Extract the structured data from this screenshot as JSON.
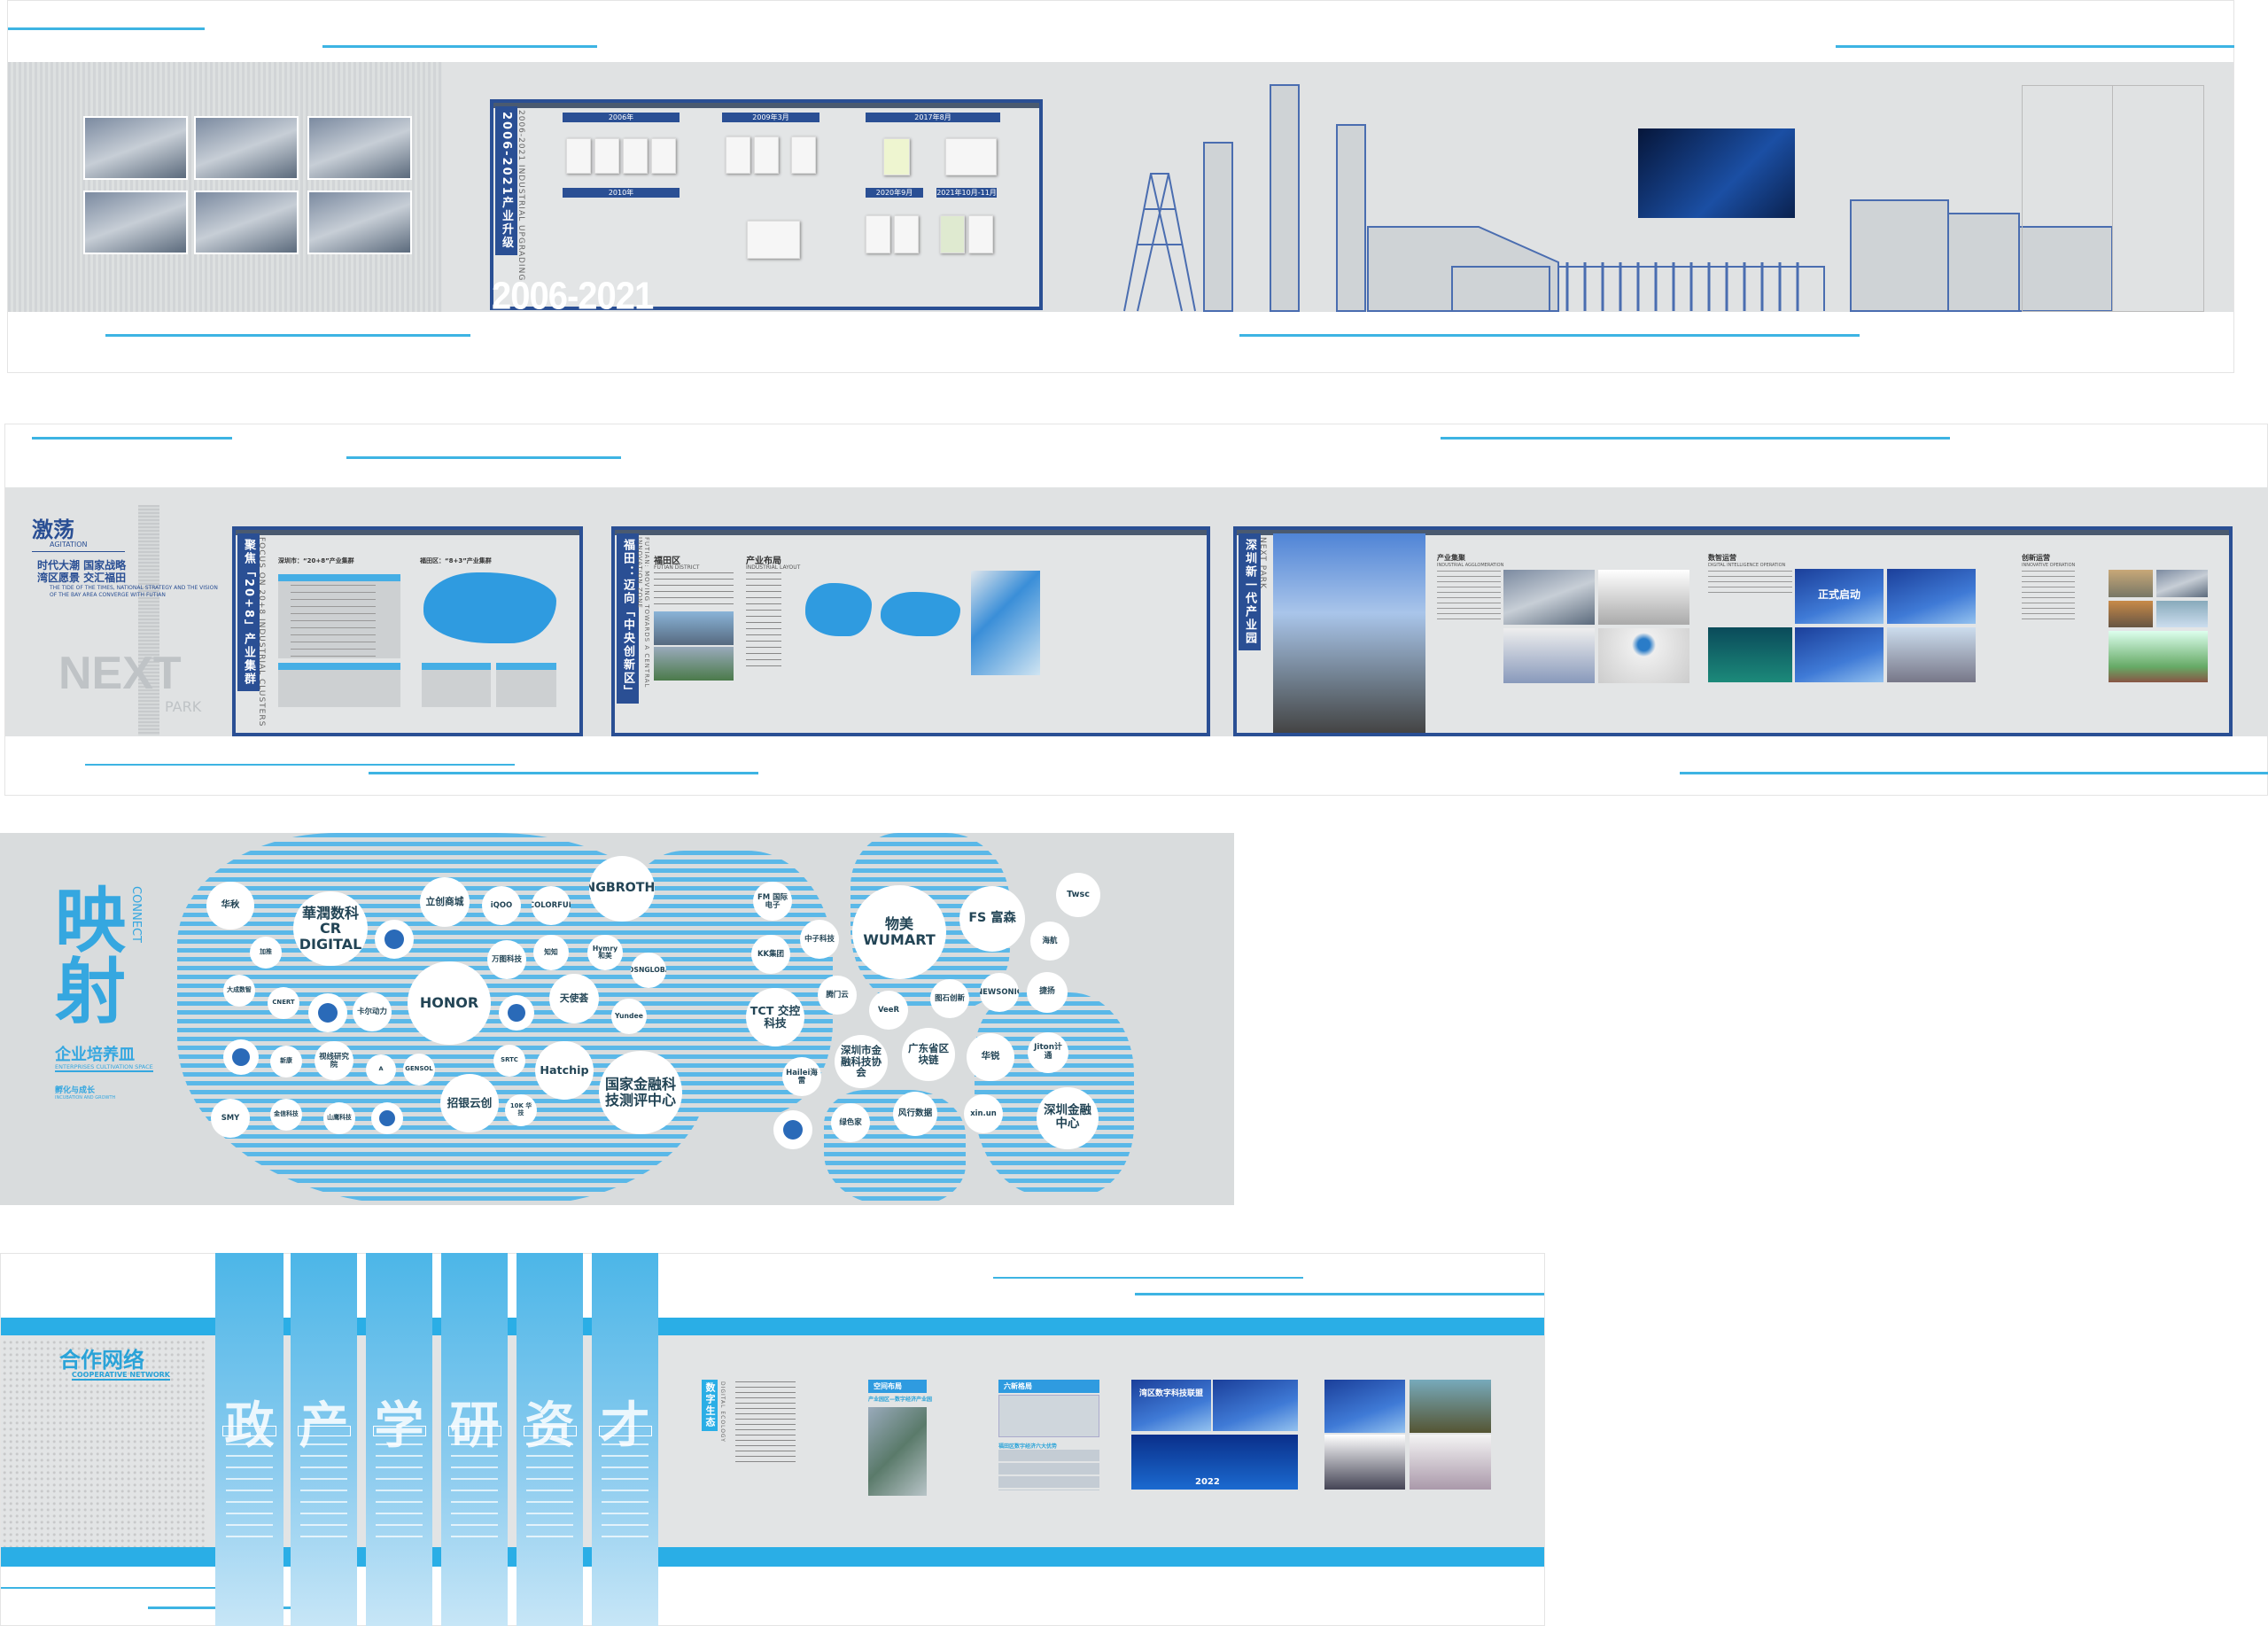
{
  "wall1": {
    "timeline_title": "2006-2021产业升级",
    "timeline_en": "2006-2021 INDUSTRIAL UPGRADING",
    "big_years": "2006-2021",
    "milestones": [
      "2006年",
      "2009年3月",
      "2017年8月",
      "2010年",
      "2020年9月",
      "2021年10月-11月"
    ]
  },
  "wall2": {
    "intro": {
      "title": "激荡",
      "title_en": "AGITATION",
      "line1": "时代大潮  国家战略",
      "line2": "湾区愿景  交汇福田",
      "desc_en": "THE TIDE OF THE TIMES, NATIONAL STRATEGY AND THE VISION OF THE BAY AREA CONVERGE WITH FUTIAN",
      "logo_main": "NEXT",
      "logo_sub": "PARK"
    },
    "panel_clusters": {
      "title": "聚焦「20+8」产业集群",
      "title_en": "FOCUS ON 20+8 INDUSTRIAL CLUSTERS",
      "shenzhen_label": "深圳市：“20+8”产业集群",
      "futian_label": "福田区：“8+3”产业集群"
    },
    "panel_futian": {
      "title": "福田：迈向「中央创新区」",
      "title_en": "FUTIAN: MOVING TOWARDS A CENTRAL INNOVATION ZONE",
      "district": "福田区",
      "district_en": "FUTIAN DISTRICT",
      "layout": "产业布局",
      "layout_en": "INDUSTRIAL LAYOUT"
    },
    "panel_park": {
      "title": "深圳新一代产业园",
      "title_en": "NEXT PARK",
      "sections": [
        {
          "title": "产业集聚",
          "en": "INDUSTRIAL AGGLOMERATION"
        },
        {
          "title": "数智运营",
          "en": "DIGITAL INTELLIGENCE OPERATION"
        },
        {
          "title": "创新运营",
          "en": "INNOVATIVE OPERATION"
        }
      ],
      "event_banner": "正式启动"
    }
  },
  "wall3": {
    "title": "映射",
    "title_en": "CONNECT",
    "subtitle": "企业培养皿",
    "subtitle_en": "ENTERPRISES CULTIVATION SPACE",
    "tagline": "孵化与成长",
    "tagline_en": "INCUBATION AND GROWTH",
    "logos": [
      "华秋",
      "華潤数科 CR DIGITAL",
      "加推",
      "",
      "立创商城",
      "iQOO",
      "COLORFUL",
      "KINGBROTHER",
      "大成数智",
      "CNERT",
      "",
      "卡尔动力",
      "HONOR",
      "万图科技",
      "知知",
      "Hymry 和美",
      "",
      "天使荟",
      "HOSNGLOBAL",
      "Yundee",
      "",
      "新康",
      "视线研究院",
      "A",
      "GENSOL",
      "招银云创",
      "SRTC",
      "Hatchip",
      "国家金融科技测评中心",
      "10K 华技",
      "SMY",
      "金信科技",
      "山鹰科技",
      "",
      "FM 国际电子",
      "KK集团",
      "中子科技",
      "TCT 交控科技",
      "物美 WUMART",
      "FS 富森",
      "Twsc",
      "海航",
      "腾门云",
      "VeeR",
      "图石创新",
      "NEWSONIC",
      "捷扬",
      "Hailei海雷",
      "深圳市金融科技协会",
      "广东省区块链",
      "华锐",
      "Jiton计通",
      "",
      "绿色家",
      "风行数据",
      "xin.un",
      "深圳金融中心"
    ]
  },
  "wall4": {
    "title": "合作网络",
    "title_en": "COOPERATIVE NETWORK",
    "columns": [
      "政",
      "产",
      "学",
      "研",
      "资",
      "才"
    ],
    "ecology_title": "数字生态",
    "ecology_en": "DIGITAL ECOLOGY",
    "space_title": "空间布局",
    "space_sub": "产业园区—数字经济产业园",
    "six_title": "六新格局",
    "six_sub": "福田区数字经济六大优势",
    "alliance": "湾区数字科技联盟",
    "year_banner": "2022"
  },
  "colors": {
    "navy": "#2a4f94",
    "accent": "#3db4e3",
    "map_blue": "#2f9be0",
    "wall_gray": "#e0e2e3"
  }
}
